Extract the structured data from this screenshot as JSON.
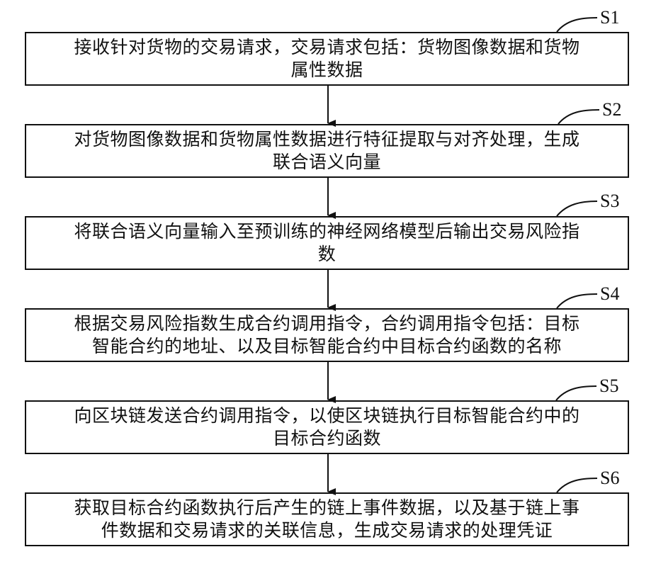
{
  "steps": [
    {
      "id": "S1",
      "lines": [
        "接收针对货物的交易请求，交易请求包括：货物图像数据和货物",
        "属性数据"
      ]
    },
    {
      "id": "S2",
      "lines": [
        "对货物图像数据和货物属性数据进行特征提取与对齐处理，生成",
        "联合语义向量"
      ]
    },
    {
      "id": "S3",
      "lines": [
        "将联合语义向量输入至预训练的神经网络模型后输出交易风险指",
        "数"
      ]
    },
    {
      "id": "S4",
      "lines": [
        "根据交易风险指数生成合约调用指令，合约调用指令包括：目标",
        "智能合约的地址、以及目标智能合约中目标合约函数的名称"
      ]
    },
    {
      "id": "S5",
      "lines": [
        "向区块链发送合约调用指令，以使区块链执行目标智能合约中的",
        "目标合约函数"
      ]
    },
    {
      "id": "S6",
      "lines": [
        "获取目标合约函数执行后产生的链上事件数据，以及基于链上事",
        "件数据和交易请求的关联信息，生成交易请求的处理凭证"
      ]
    }
  ]
}
